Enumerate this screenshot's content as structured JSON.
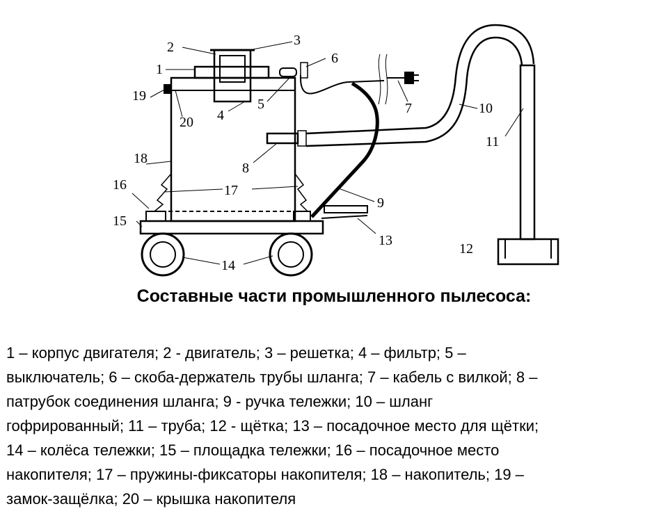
{
  "diagram": {
    "callouts": [
      {
        "id": "1",
        "label": "1"
      },
      {
        "id": "2",
        "label": "2"
      },
      {
        "id": "3",
        "label": "3"
      },
      {
        "id": "4",
        "label": "4"
      },
      {
        "id": "5",
        "label": "5"
      },
      {
        "id": "6",
        "label": "6"
      },
      {
        "id": "7",
        "label": "7"
      },
      {
        "id": "8",
        "label": "8"
      },
      {
        "id": "9",
        "label": "9"
      },
      {
        "id": "10",
        "label": "10"
      },
      {
        "id": "11",
        "label": "11"
      },
      {
        "id": "12",
        "label": "12"
      },
      {
        "id": "13",
        "label": "13"
      },
      {
        "id": "14",
        "label": "14"
      },
      {
        "id": "15",
        "label": "15"
      },
      {
        "id": "16",
        "label": "16"
      },
      {
        "id": "17",
        "label": "17"
      },
      {
        "id": "18",
        "label": "18"
      },
      {
        "id": "19",
        "label": "19"
      },
      {
        "id": "20",
        "label": "20"
      }
    ]
  },
  "caption": "Составные части промышленного пылесоса:",
  "legend_lines": [
    "1 – корпус двигателя; 2 - двигатель; 3 – решетка; 4 – фильтр; 5 –",
    "выключатель; 6 – скоба-держатель трубы шланга; 7 – кабель с вилкой; 8 –",
    "патрубок соединения шланга; 9 - ручка тележки; 10 – шланг",
    "гофрированный; 11 – труба; 12 - щётка; 13 – посадочное место для щётки;",
    "14 – колёса тележки;  15 – площадка тележки;  16 – посадочное место",
    "накопителя; 17 – пружины-фиксаторы накопителя; 18 – накопитель; 19 –",
    "замок-защёлка; 20 – крышка накопителя"
  ]
}
